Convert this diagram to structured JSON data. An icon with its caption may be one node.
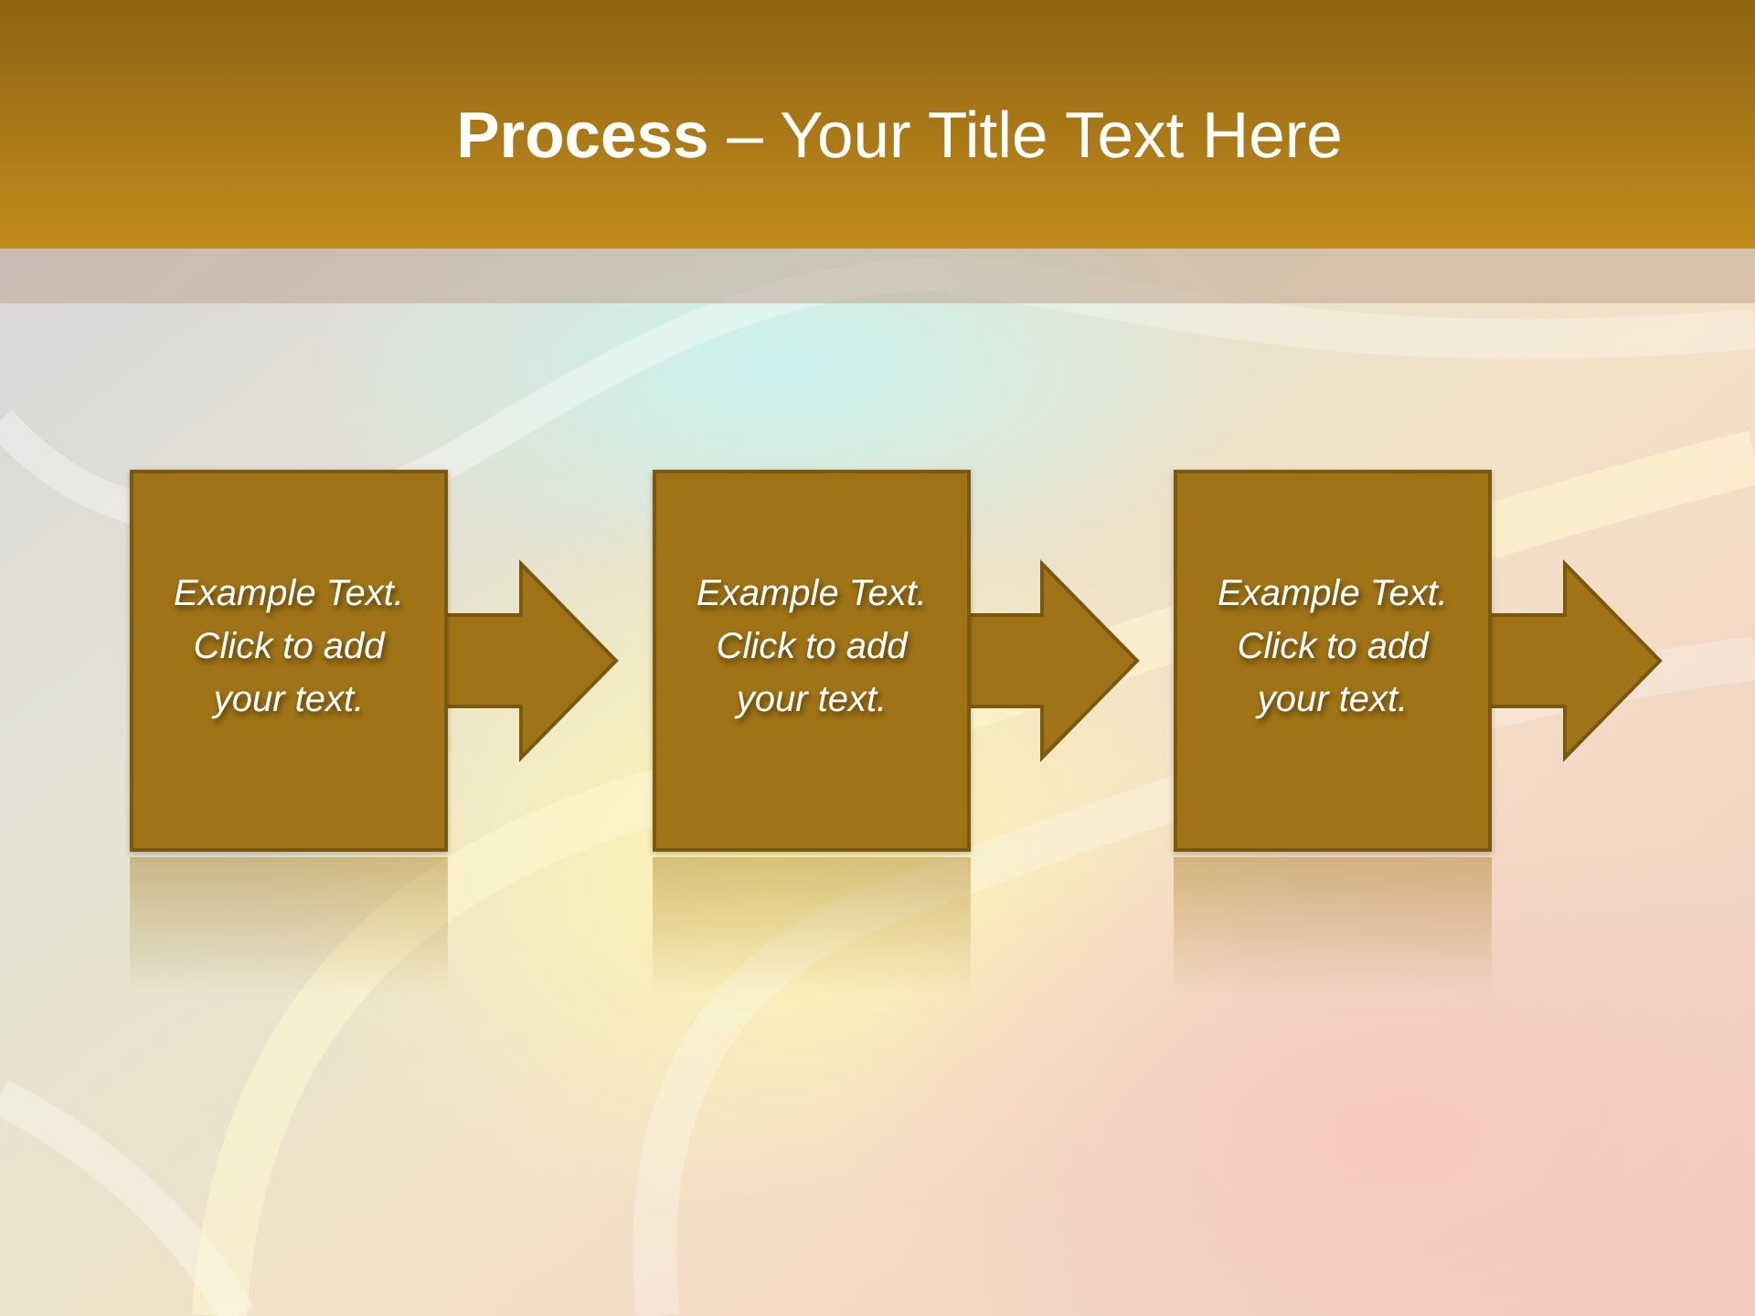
{
  "diagram": {
    "title": "**Process** – Your Title Text Here",
    "nodes": [
      {
        "text": [
          "Example Text. Click to add your text."
        ]
      },
      {
        "text": [
          "Example Text. Click to add your text."
        ]
      },
      {
        "text": [
          "Example Text. Click to add your text."
        ]
      }
    ],
    "edges": [
      {
        "from": 0,
        "to": 1,
        "arrow": "to"
      },
      {
        "from": 1,
        "to": 2,
        "arrow": "to"
      },
      {
        "from": 2,
        "to": null,
        "arrow": "to"
      }
    ]
  }
}
